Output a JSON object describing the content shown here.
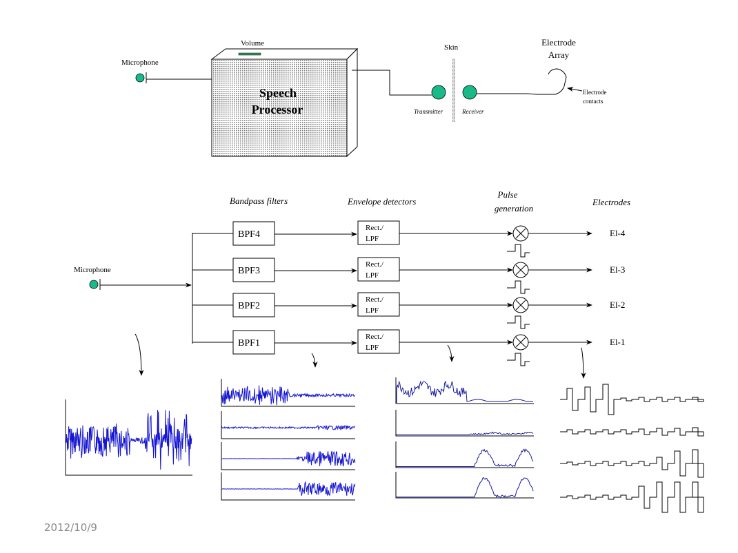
{
  "top_diagram": {
    "microphone_label": "Microphone",
    "volume_label": "Volume",
    "processor_label_line1": "Speech",
    "processor_label_line2": "Processor",
    "skin_label": "Skin",
    "transmitter_label": "Transmitter",
    "receiver_label": "Receiver",
    "electrode_array_line1": "Electrode",
    "electrode_array_line2": "Array",
    "electrode_contacts_line1": "Electrode",
    "electrode_contacts_line2": "contacts"
  },
  "block_diagram": {
    "microphone_label": "Microphone",
    "stage_labels": {
      "bandpass": "Bandpass filters",
      "envelope": "Envelope detectors",
      "pulse_line1": "Pulse",
      "pulse_line2": "generation",
      "electrodes": "Electrodes"
    },
    "channels": [
      {
        "filter": "BPF4",
        "detector_line1": "Rect./",
        "detector_line2": "LPF",
        "electrode": "El-4"
      },
      {
        "filter": "BPF3",
        "detector_line1": "Rect./",
        "detector_line2": "LPF",
        "electrode": "El-3"
      },
      {
        "filter": "BPF2",
        "detector_line1": "Rect./",
        "detector_line2": "LPF",
        "electrode": "El-2"
      },
      {
        "filter": "BPF1",
        "detector_line1": "Rect./",
        "detector_line2": "LPF",
        "electrode": "El-1"
      }
    ]
  },
  "colors": {
    "node_green": "#1ab98a",
    "waveform_blue": "#1414d2",
    "envelope_blue": "#1a1aa0"
  },
  "footer": {
    "date": "2012/10/9"
  }
}
